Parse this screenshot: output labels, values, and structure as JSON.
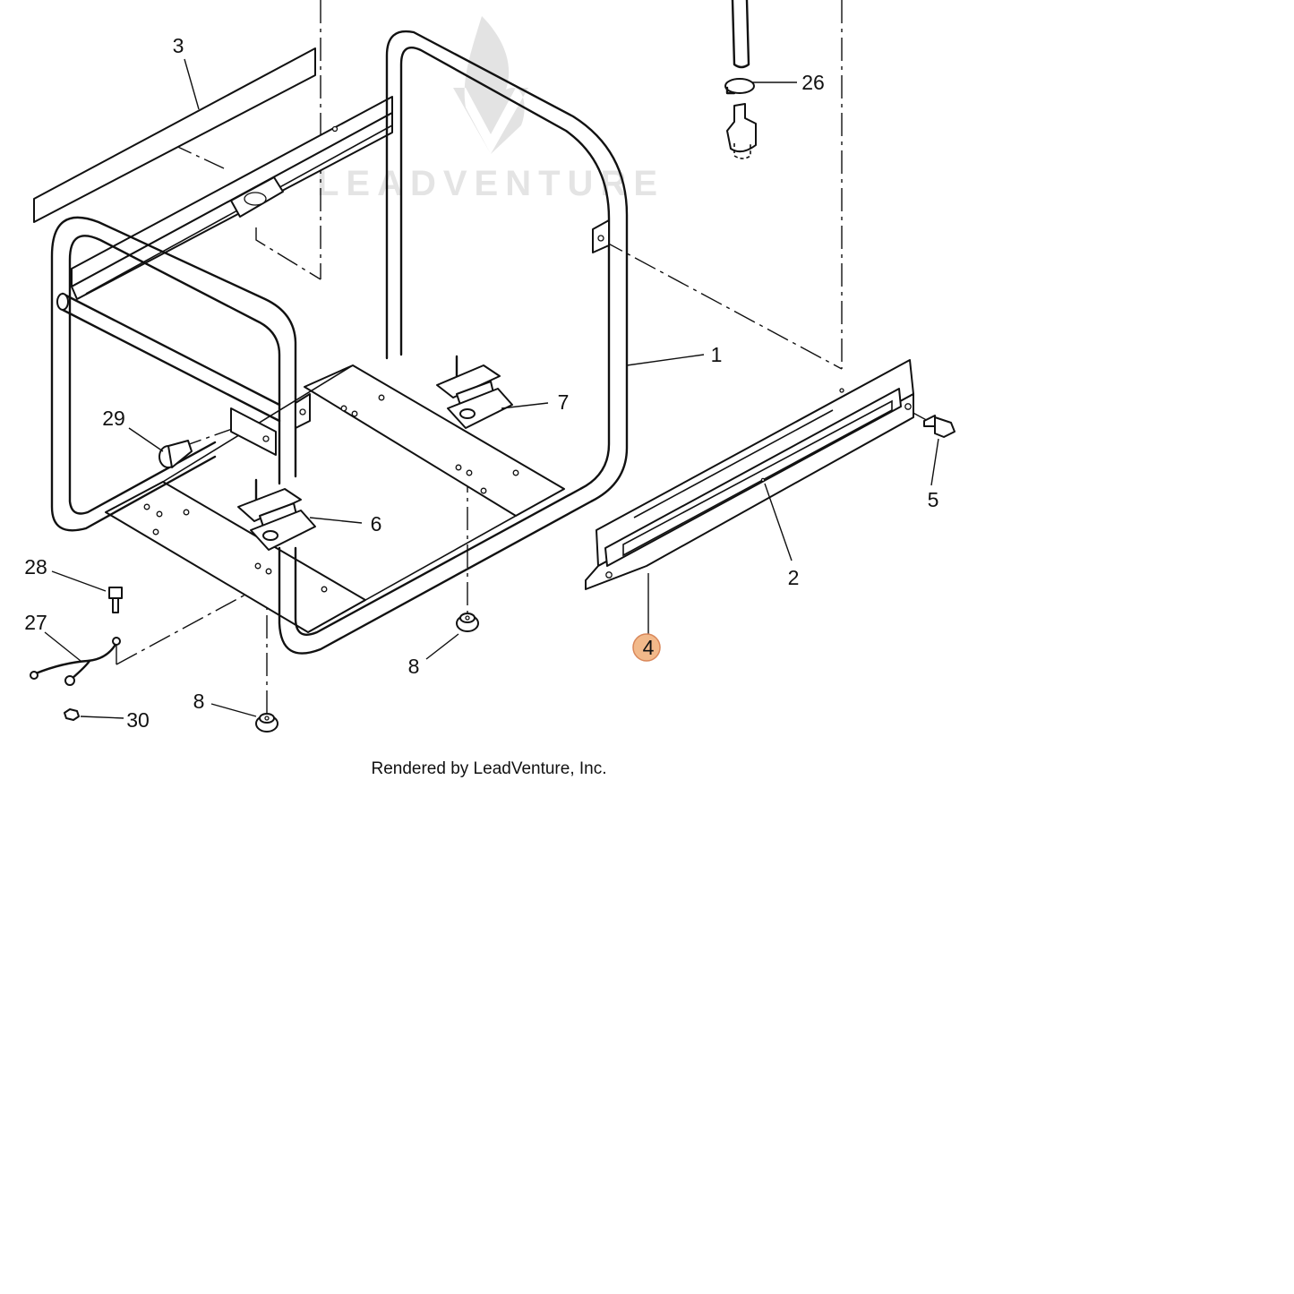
{
  "diagram": {
    "watermark": "LEADVENTURE",
    "footer": "Rendered by LeadVenture, Inc.",
    "highlight_color": "#f2b98a",
    "highlight_stroke": "#d9875a",
    "labels": {
      "l1": "1",
      "l2": "2",
      "l3": "3",
      "l4": "4",
      "l5": "5",
      "l6": "6",
      "l7": "7",
      "l8a": "8",
      "l8b": "8",
      "l26": "26",
      "l27": "27",
      "l28": "28",
      "l29": "29",
      "l30": "30"
    }
  }
}
